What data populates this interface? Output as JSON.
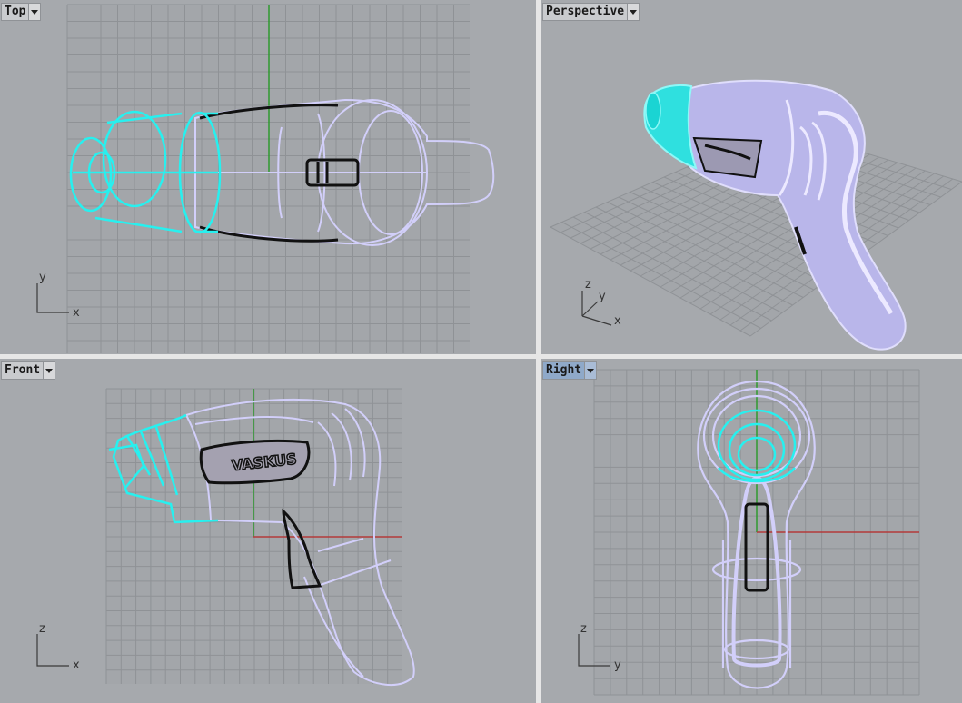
{
  "viewports": {
    "top": {
      "title": "Top",
      "axis_v": "y",
      "axis_h": "x"
    },
    "persp": {
      "title": "Perspective",
      "axis_z": "z",
      "axis_y": "y",
      "axis_x": "x"
    },
    "front": {
      "title": "Front",
      "axis_v": "z",
      "axis_h": "x"
    },
    "right": {
      "title": "Right",
      "axis_v": "z",
      "axis_h": "y"
    }
  },
  "active_viewport": "right",
  "model": {
    "label_text": "VASKUS"
  },
  "colors": {
    "viewport_bg": "#a6a9ad",
    "grid": "#8f9296",
    "wire_lavender": "#d2cffa",
    "wire_cyan": "#27f0ef",
    "wire_black": "#111111",
    "axis_green": "#2f9a2f",
    "axis_red": "#b33a3a",
    "surface_lavender": "#b9b6ea",
    "surface_cyan": "#2fe0df"
  }
}
